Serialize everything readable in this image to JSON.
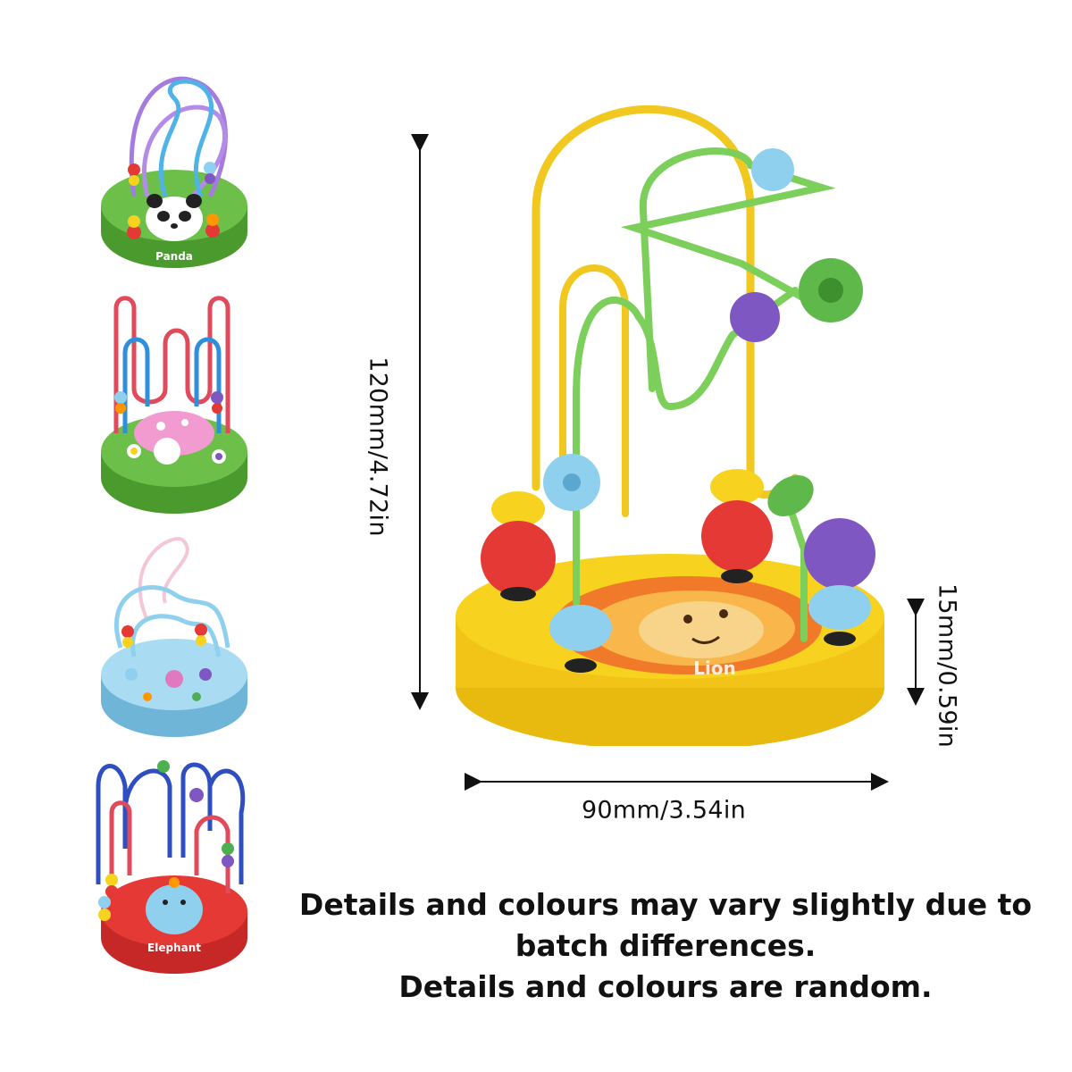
{
  "thumbnails": [
    {
      "label": "Panda",
      "base_color": "#6cc04a"
    },
    {
      "label": "",
      "base_color": "#6cc04a"
    },
    {
      "label": "",
      "base_color": "#8fd0ee"
    },
    {
      "label": "Elephant",
      "base_color": "#e53935"
    }
  ],
  "main_toy": {
    "base_label": "Lion",
    "base_color": "#f7d21e"
  },
  "dimensions": {
    "height": "120mm/4.72in",
    "thickness": "15mm/0.59in",
    "width": "90mm/3.54in"
  },
  "notes": {
    "line1": "Details and colours may vary slightly due to",
    "line2": "batch differences.",
    "line3": "Details and colours are random."
  }
}
